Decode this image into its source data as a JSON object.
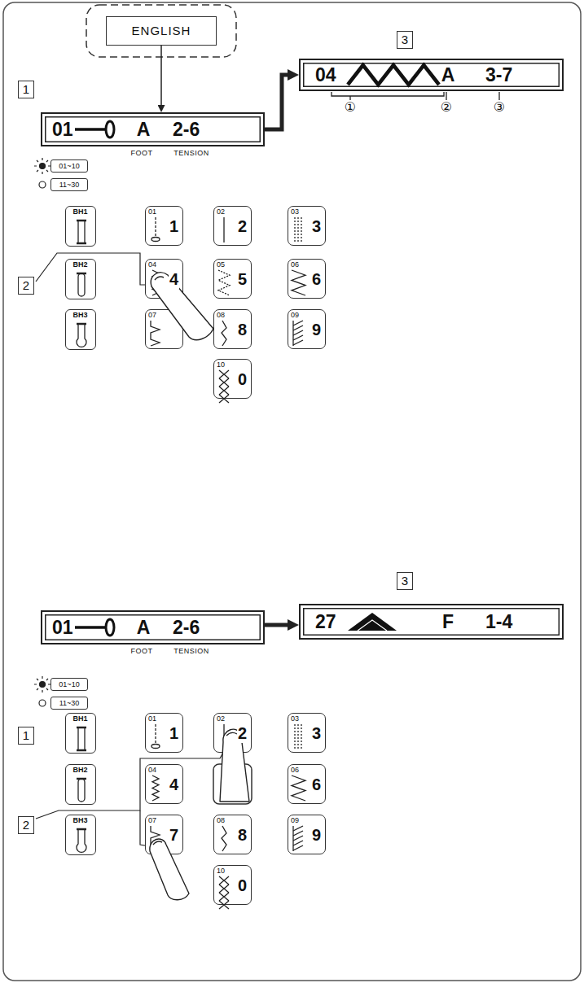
{
  "diagram": {
    "nodes": [
      {
        "text": [
          "ENGLISH"
        ]
      },
      {
        "text": [
          "1"
        ]
      },
      {
        "text": [
          "01",
          "A",
          "2-6",
          "FOOT",
          "TENSION"
        ]
      },
      {
        "text": [
          "3"
        ]
      },
      {
        "text": [
          "04",
          "A",
          "3-7"
        ]
      },
      {
        "text": [
          "01~10"
        ]
      },
      {
        "text": [
          "11~30"
        ]
      },
      {
        "text": [
          "BH1"
        ]
      },
      {
        "text": [
          "01",
          "1"
        ]
      },
      {
        "text": [
          "02",
          "2"
        ]
      },
      {
        "text": [
          "03",
          "3"
        ]
      },
      {
        "text": [
          "2"
        ]
      },
      {
        "text": [
          "BH2"
        ]
      },
      {
        "text": [
          "04",
          "4"
        ]
      },
      {
        "text": [
          "05",
          "5"
        ]
      },
      {
        "text": [
          "06",
          "6"
        ]
      },
      {
        "text": [
          "BH3"
        ]
      },
      {
        "text": [
          "07"
        ]
      },
      {
        "text": [
          "08",
          "8"
        ]
      },
      {
        "text": [
          "09",
          "9"
        ]
      },
      {
        "text": [
          "10",
          "0"
        ]
      },
      {
        "text": [
          "3"
        ]
      },
      {
        "text": [
          "01",
          "A",
          "2-6",
          "FOOT",
          "TENSION"
        ]
      },
      {
        "text": [
          "27",
          "F",
          "1-4"
        ]
      },
      {
        "text": [
          "1"
        ]
      },
      {
        "text": [
          "01~10"
        ]
      },
      {
        "text": [
          "11~30"
        ]
      },
      {
        "text": [
          "BH1"
        ]
      },
      {
        "text": [
          "01",
          "1"
        ]
      },
      {
        "text": [
          "02",
          "2"
        ]
      },
      {
        "text": [
          "03",
          "3"
        ]
      },
      {
        "text": [
          "2"
        ]
      },
      {
        "text": [
          "BH2"
        ]
      },
      {
        "text": [
          "04",
          "4"
        ]
      },
      {
        "text": [
          "06",
          "6"
        ]
      },
      {
        "text": [
          "BH3"
        ]
      },
      {
        "text": [
          "07",
          "7"
        ]
      },
      {
        "text": [
          "08",
          "8"
        ]
      },
      {
        "text": [
          "09",
          "9"
        ]
      },
      {
        "text": [
          "10",
          "0"
        ]
      }
    ],
    "edges": [
      {
        "from": 0,
        "to": 2,
        "arrow": "to"
      },
      {
        "from": 2,
        "to": 4,
        "arrow": "to"
      },
      {
        "from": 22,
        "to": 23,
        "arrow": "to"
      }
    ],
    "labels": [
      "①",
      "②",
      "③"
    ]
  }
}
